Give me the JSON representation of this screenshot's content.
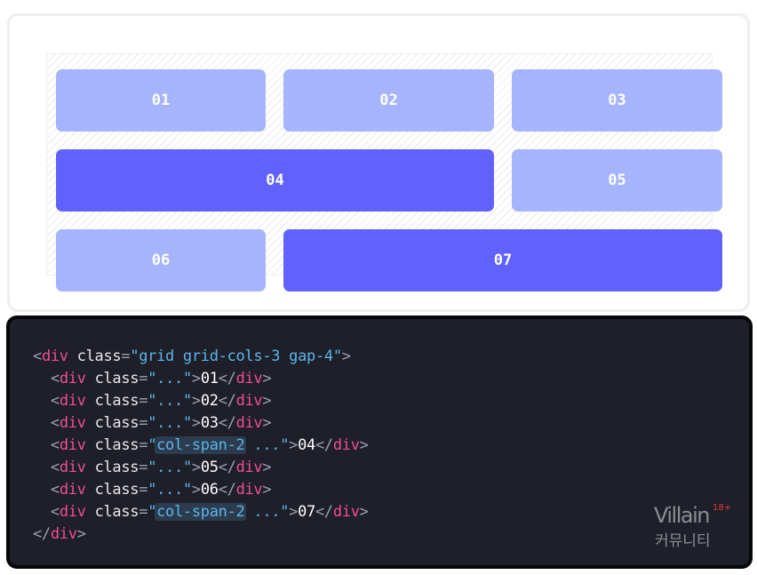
{
  "preview": {
    "tiles": [
      {
        "label": "01",
        "variant": "light",
        "span": 1
      },
      {
        "label": "02",
        "variant": "light",
        "span": 1
      },
      {
        "label": "03",
        "variant": "light",
        "span": 1
      },
      {
        "label": "04",
        "variant": "dark",
        "span": 2
      },
      {
        "label": "05",
        "variant": "light",
        "span": 1
      },
      {
        "label": "06",
        "variant": "light",
        "span": 1
      },
      {
        "label": "07",
        "variant": "dark",
        "span": 2
      }
    ]
  },
  "code": {
    "open_tag": "div",
    "attr": "class",
    "grid_classes": "grid grid-cols-3 gap-4",
    "ellipsis": "...",
    "col_span": "col-span-2",
    "items": [
      "01",
      "02",
      "03",
      "04",
      "05",
      "06",
      "07"
    ]
  },
  "watermark": {
    "brand": "Villain",
    "badge": "18+",
    "subtitle": "커뮤니티"
  },
  "colors": {
    "tile_light": "#a5b4fc",
    "tile_dark": "#6162fe",
    "code_bg": "#1e1f29",
    "tag": "#ef4f8e",
    "string": "#5cb5ea"
  }
}
